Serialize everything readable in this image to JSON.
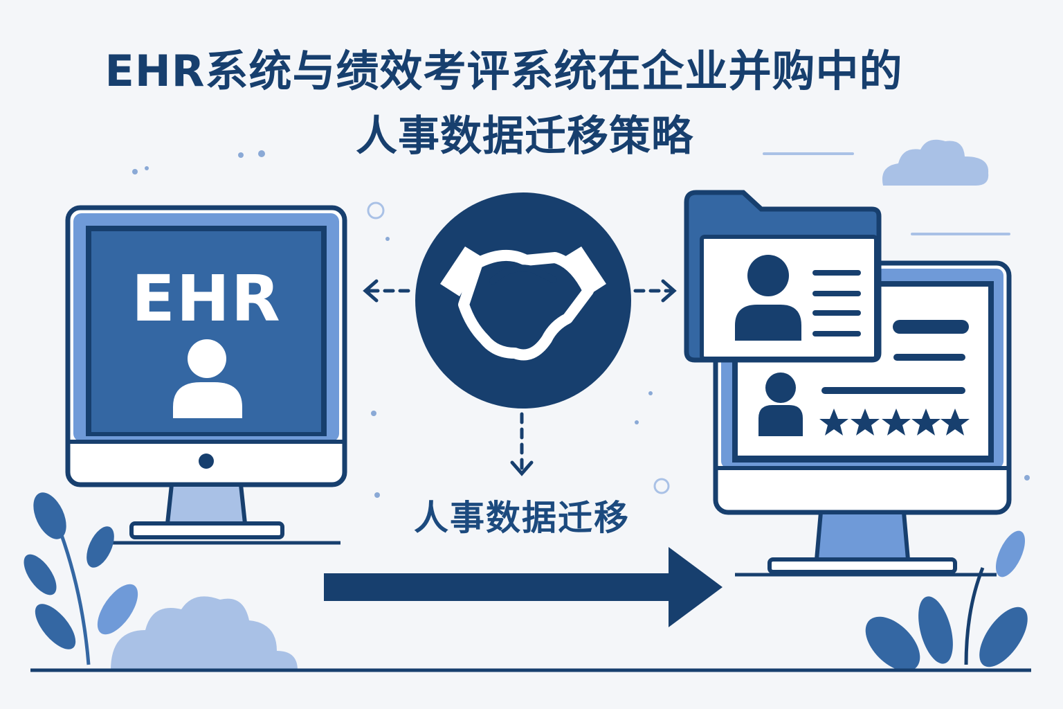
{
  "title": {
    "line1": "EHR系统与绩效考评系统在企业并购中的",
    "line2": "人事数据迁移策略"
  },
  "left_monitor": {
    "label": "EHR",
    "icons": [
      "monitor-icon",
      "person-icon"
    ]
  },
  "center": {
    "icon": "handshake-icon",
    "label": "人事数据迁移",
    "arrows": [
      "dashed-left-arrow",
      "dashed-right-arrow",
      "dashed-down-arrow"
    ]
  },
  "right_monitor": {
    "icons": [
      "folder-icon",
      "profile-card-icon",
      "person-icon",
      "rating-stars-icon"
    ],
    "star_count": 5
  },
  "bottom": {
    "arrow": "right-arrow-icon"
  },
  "colors": {
    "navy": "#173f6e",
    "mid_blue": "#3467a3",
    "light_blue": "#6f9ad8",
    "pale_blue": "#a9c1e6",
    "background": "#f4f6f9"
  }
}
